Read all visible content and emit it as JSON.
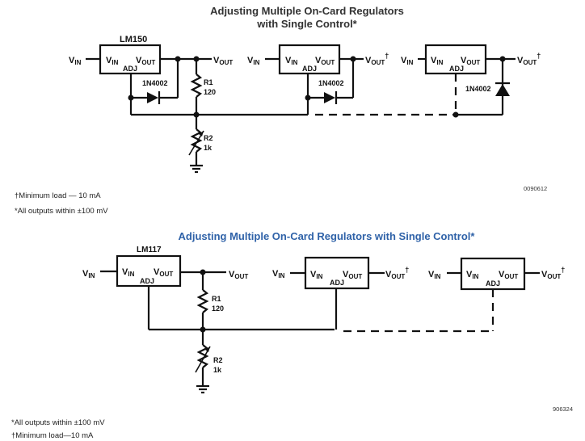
{
  "top_diagram": {
    "title_line1": "Adjusting Multiple On-Card Regulators",
    "title_line2": "with Single Control*",
    "regulator_part": "LM150",
    "pin_vin": "V",
    "pin_vin_sub": "IN",
    "pin_vout": "V",
    "pin_vout_sub": "OUT",
    "pin_adj": "ADJ",
    "input_label": "V",
    "input_label_sub": "IN",
    "output_label": "V",
    "output_label_sub": "OUT",
    "output_dagger": "†",
    "diode_part": "1N4002",
    "r1_name": "R1",
    "r1_value": "120",
    "r2_name": "R2",
    "r2_value": "1k",
    "notes": [
      "†Minimum load — 10 mA",
      "*All outputs within ±100 mV"
    ],
    "figure_code": "0090612"
  },
  "bottom_diagram": {
    "title": "Adjusting Multiple On-Card Regulators with Single Control*",
    "title_color": "#2f62a8",
    "regulator_part": "LM117",
    "pin_vin": "V",
    "pin_vin_sub": "IN",
    "pin_vout": "V",
    "pin_vout_sub": "OUT",
    "pin_adj": "ADJ",
    "input_label": "V",
    "input_label_sub": "IN",
    "output_label": "V",
    "output_label_sub": "OUT",
    "output_dagger": "†",
    "r1_name": "R1",
    "r1_value": "120",
    "r2_name": "R2",
    "r2_value": "1k",
    "notes": [
      "*All outputs within ±100 mV",
      "†Minimum load—10 mA"
    ],
    "figure_code": "906324"
  }
}
